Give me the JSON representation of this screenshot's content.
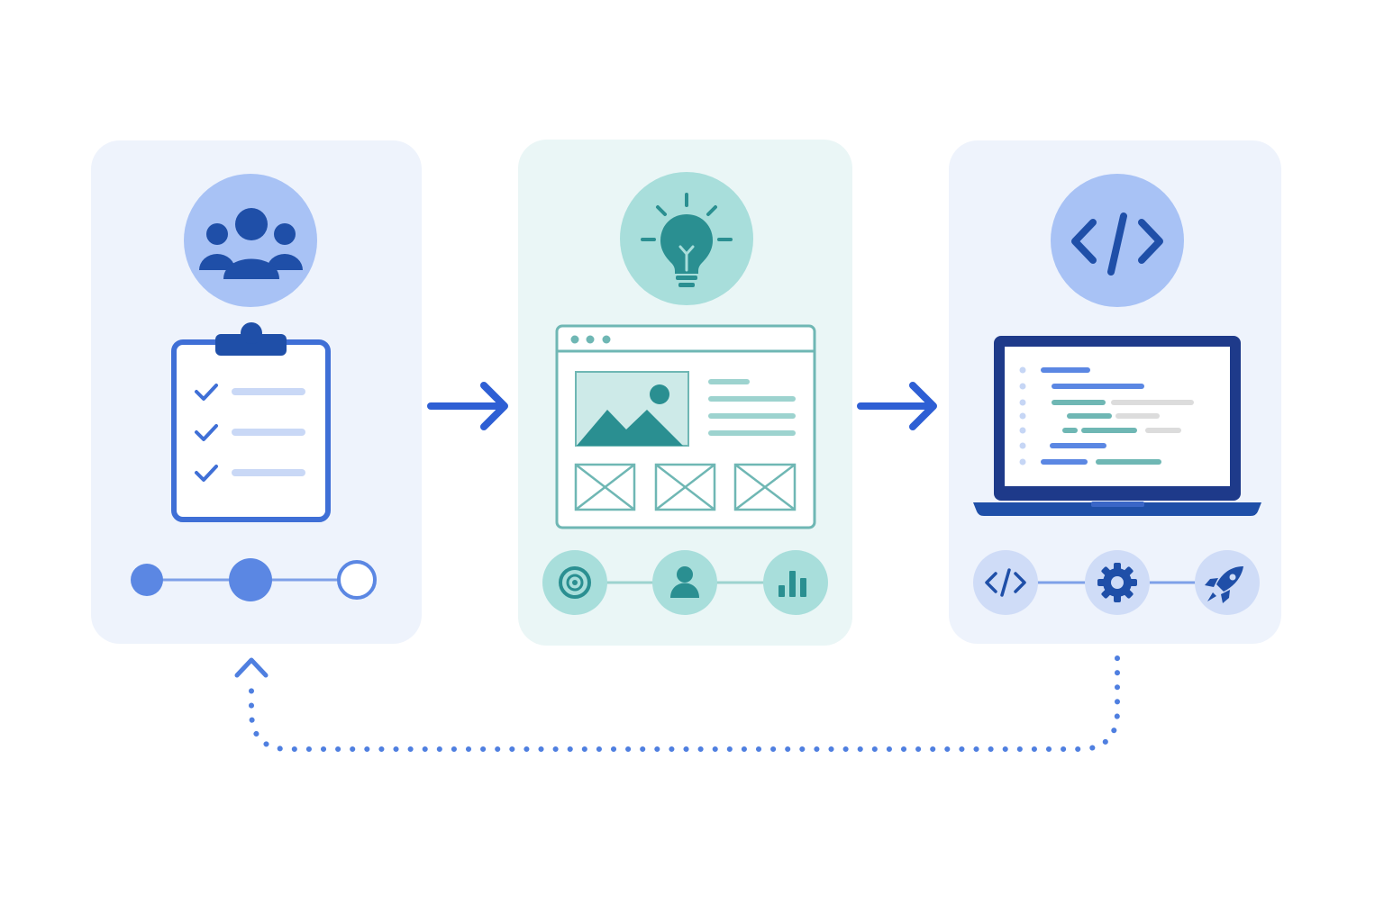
{
  "colors": {
    "blue_card_bg": "#eef3fc",
    "teal_card_bg": "#eaf6f6",
    "blue_circle": "#a8c2f5",
    "teal_circle": "#a8dedb",
    "dark_blue": "#1f4fa8",
    "navy": "#1e3a8a",
    "mid_blue": "#3f6fd6",
    "light_blue_line": "#c9d8f6",
    "light_blue_dot": "#c6d6f5",
    "dark_teal": "#2a8f91",
    "teal_line": "#9dd3cf",
    "teal_wire": "#6fb7b4",
    "gray_line": "#dcdcdc",
    "arrow_blue": "#2e5fd4",
    "dotted_loop": "#4f7fe0"
  },
  "stages": [
    {
      "theme": "blue",
      "top_icon": "users-group-icon",
      "main_illustration": "clipboard-checklist-icon",
      "checklist_items": 3,
      "progress": {
        "total_steps": 3,
        "current_step": 2,
        "completed_steps": 1
      }
    },
    {
      "theme": "teal",
      "top_icon": "lightbulb-icon",
      "main_illustration": "website-wireframe-icon",
      "bottom_icons": [
        "target-icon",
        "user-icon",
        "bar-chart-icon"
      ]
    },
    {
      "theme": "blue",
      "top_icon": "code-brackets-icon",
      "main_illustration": "laptop-code-editor-icon",
      "bottom_icons": [
        "code-brackets-icon",
        "gear-icon",
        "rocket-icon"
      ]
    }
  ],
  "connectors": [
    {
      "from": 1,
      "to": 2,
      "style": "solid-arrow"
    },
    {
      "from": 2,
      "to": 3,
      "style": "solid-arrow"
    },
    {
      "from": 3,
      "to": 1,
      "style": "dotted-feedback-loop"
    }
  ]
}
